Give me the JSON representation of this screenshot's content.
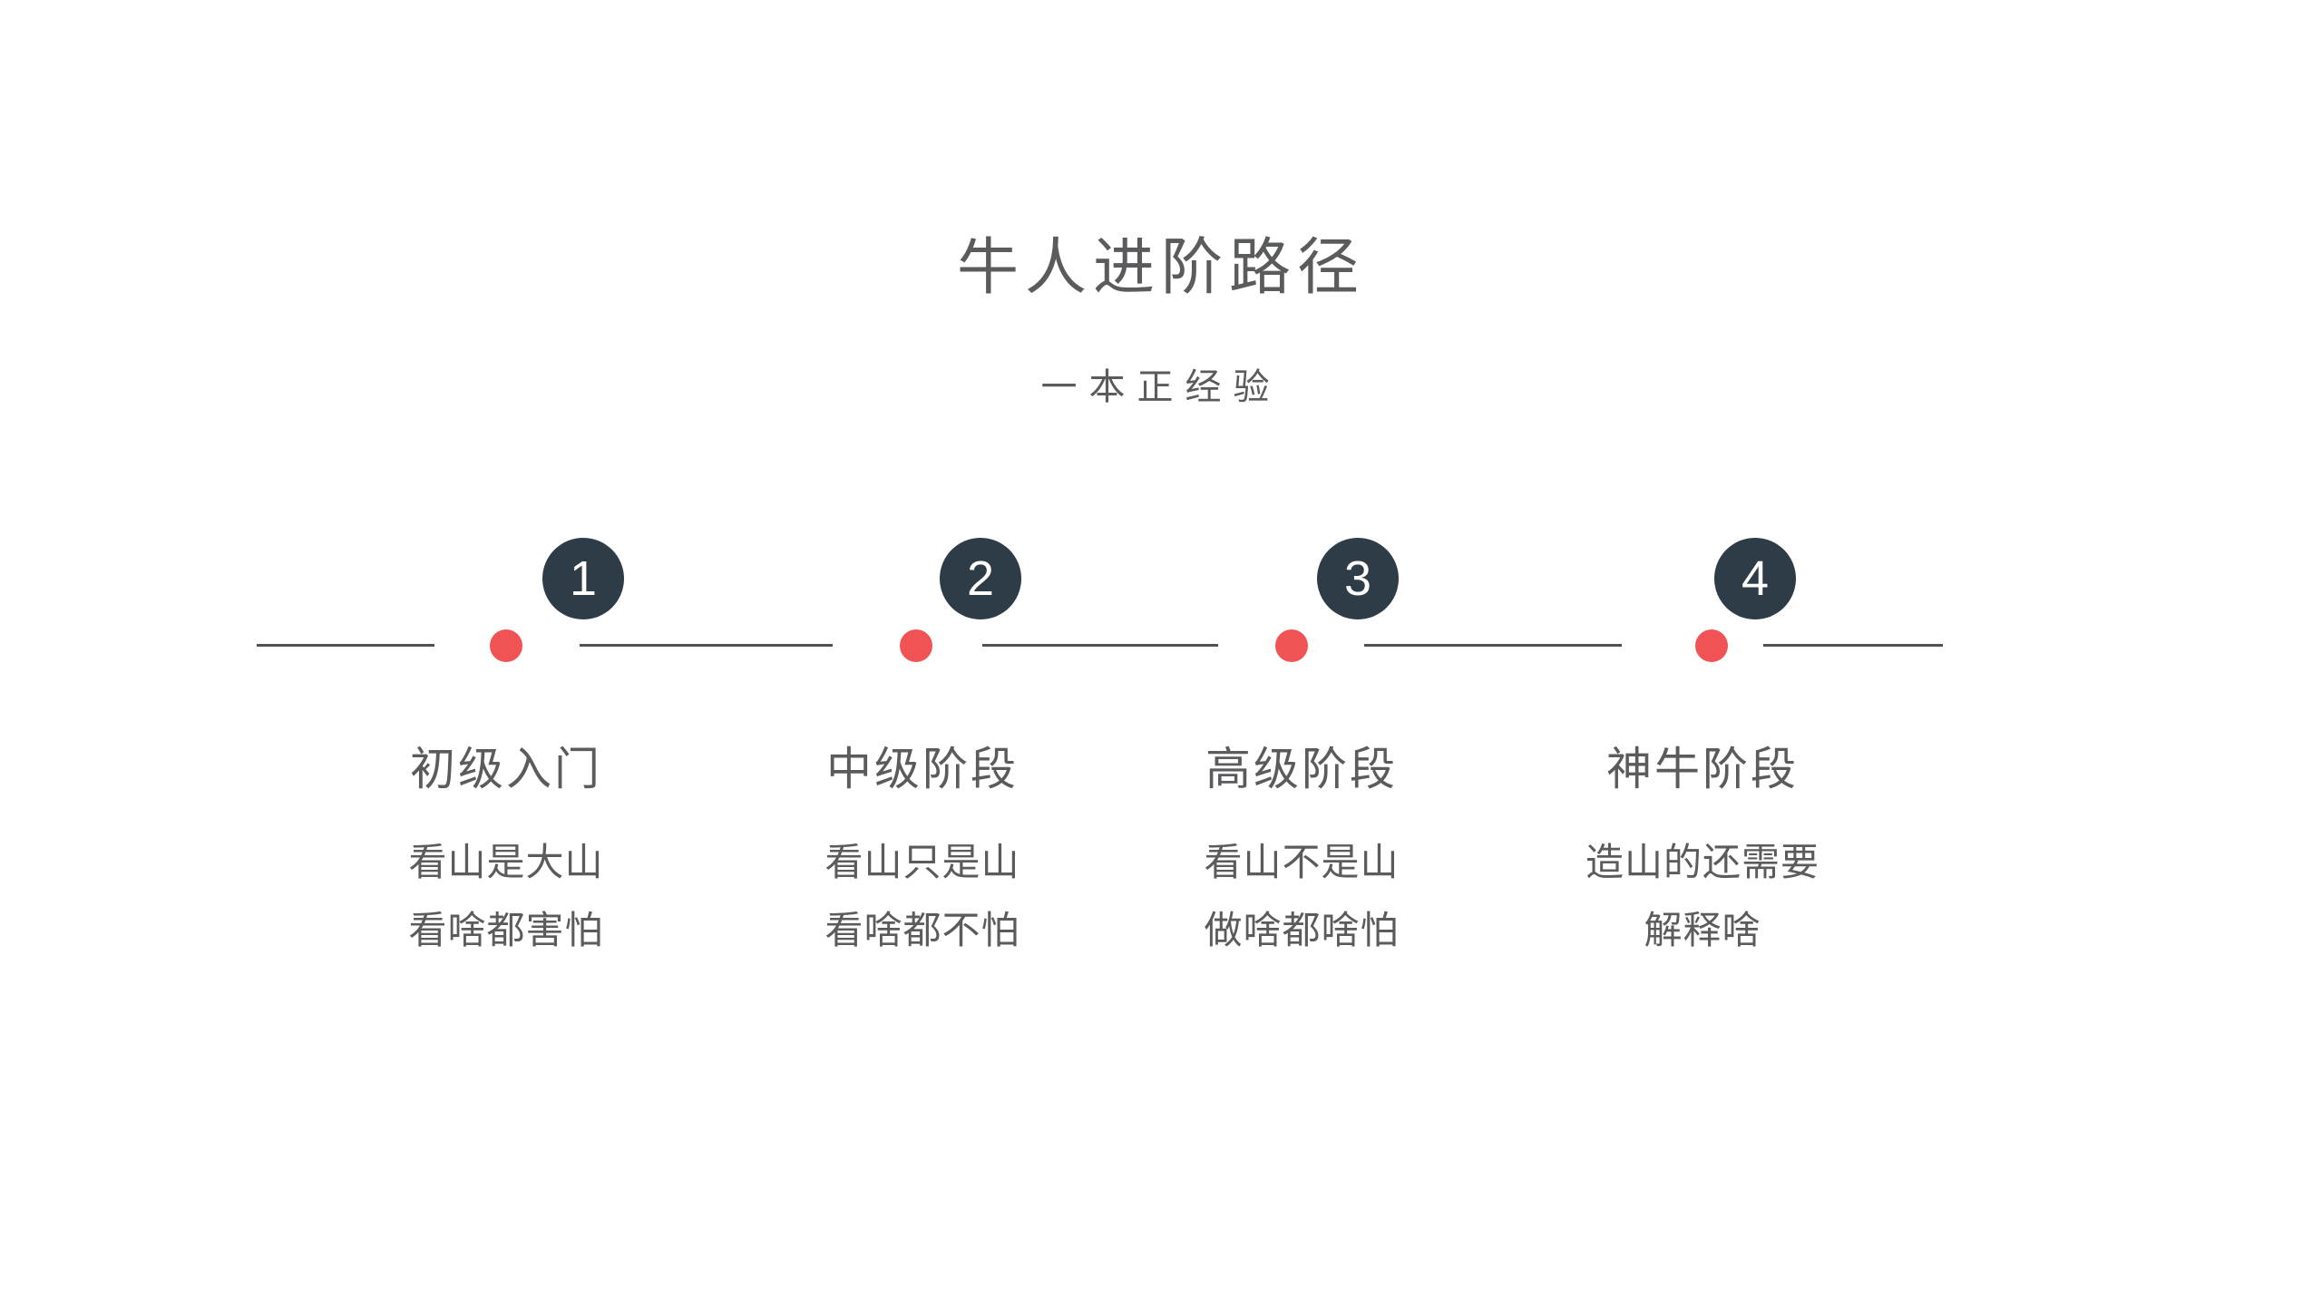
{
  "slide": {
    "title": "牛人进阶路径",
    "subtitle": "一本正经验"
  },
  "colors": {
    "background": "#FFFFFF",
    "badge_dark": "#2D3C46",
    "dot_red": "#F15355",
    "line_gray": "#515153",
    "text_gray": "#5A5B5D"
  },
  "stages": [
    {
      "number": "1",
      "title": "初级入门",
      "desc1": "看山是大山",
      "desc2": "看啥都害怕"
    },
    {
      "number": "2",
      "title": "中级阶段",
      "desc1": "看山只是山",
      "desc2": "看啥都不怕"
    },
    {
      "number": "3",
      "title": "高级阶段",
      "desc1": "看山不是山",
      "desc2": "做啥都啥怕"
    },
    {
      "number": "4",
      "title": "神牛阶段",
      "desc1": "造山的还需要",
      "desc2": "解释啥"
    }
  ]
}
